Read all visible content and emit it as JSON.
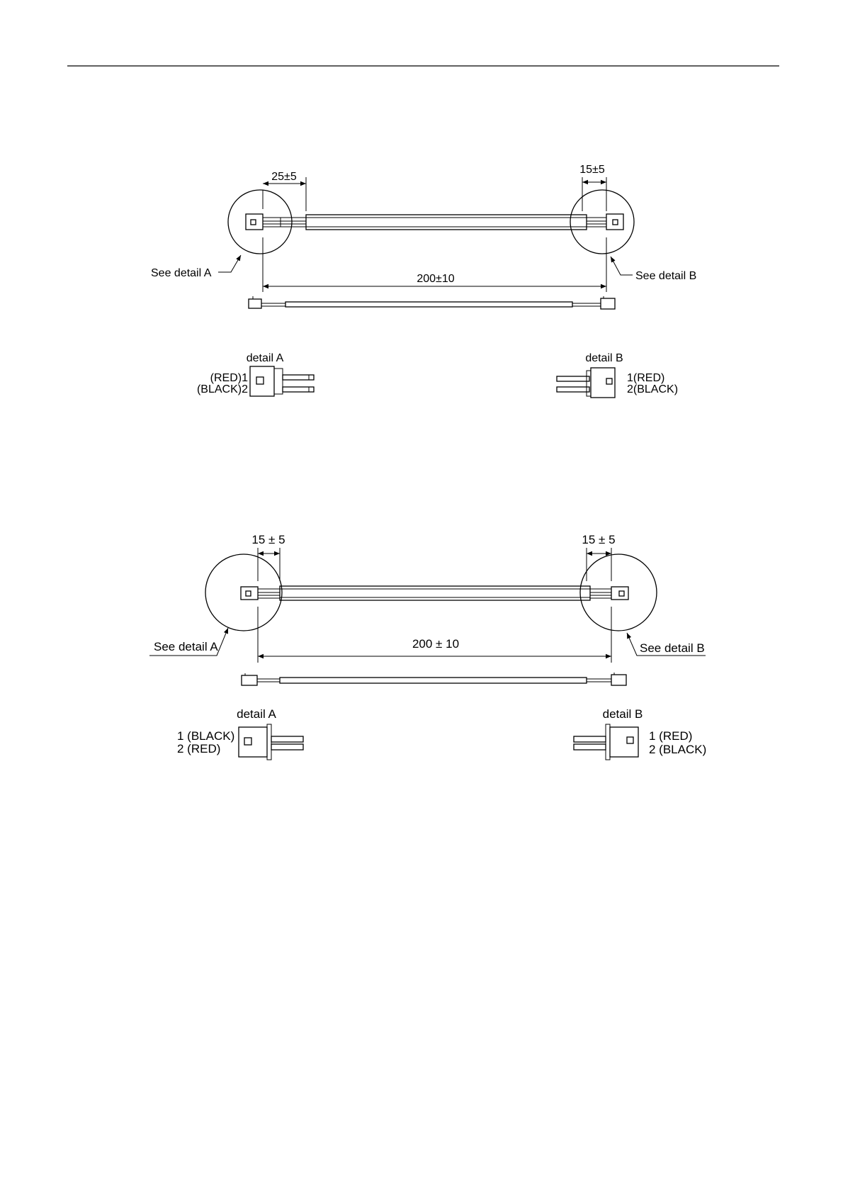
{
  "drawing1": {
    "dim_left": "25±5",
    "dim_right": "15±5",
    "dim_total": "200±10",
    "callout_a": "See detail A",
    "callout_b": "See detail B",
    "detail_a": {
      "title": "detail A",
      "pin1": "(RED)1",
      "pin2": "(BLACK)2"
    },
    "detail_b": {
      "title": "detail B",
      "pin1": "1(RED)",
      "pin2": "2(BLACK)"
    }
  },
  "drawing2": {
    "dim_left": "15 ± 5",
    "dim_right": "15 ± 5",
    "dim_total": "200 ± 10",
    "callout_a": "See detail A",
    "callout_b": "See detail B",
    "detail_a": {
      "title": "detail A",
      "pin1": "1 (BLACK)",
      "pin2": "2 (RED)"
    },
    "detail_b": {
      "title": "detail B",
      "pin1": "1 (RED)",
      "pin2": "2 (BLACK)"
    }
  }
}
